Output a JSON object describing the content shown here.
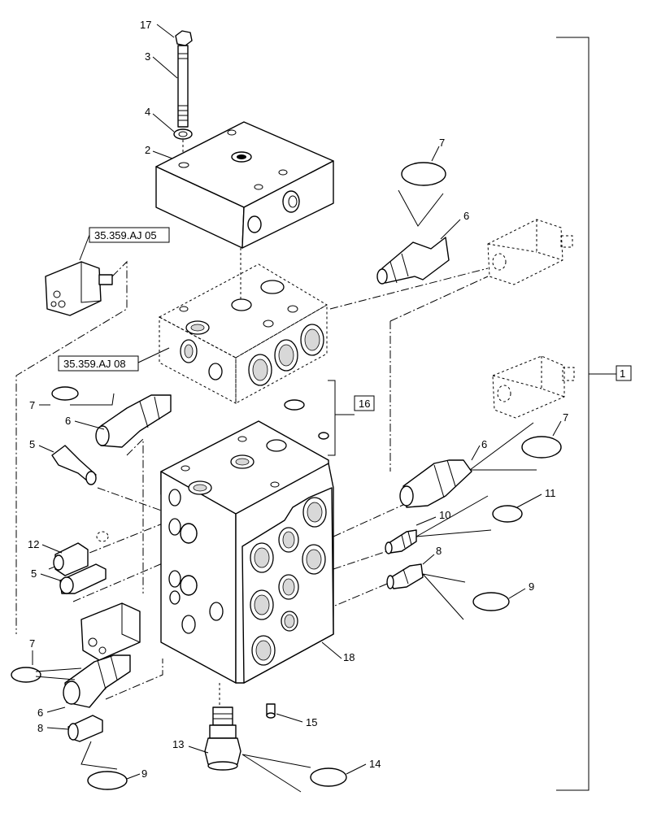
{
  "callouts": {
    "n1": "1",
    "n2": "2",
    "n3": "3",
    "n4": "4",
    "n5a": "5",
    "n5b": "5",
    "n6a": "6",
    "n6b": "6",
    "n6c": "6",
    "n6d": "6",
    "n7a": "7",
    "n7b": "7",
    "n7c": "7",
    "n7d": "7",
    "n8a": "8",
    "n8b": "8",
    "n9a": "9",
    "n9b": "9",
    "n10": "10",
    "n11": "11",
    "n12": "12",
    "n13": "13",
    "n14": "14",
    "n15": "15",
    "n16": "16",
    "n17": "17",
    "n18": "18"
  },
  "references": {
    "ref_a": "35.359.AJ 05",
    "ref_b": "35.359.AJ 08"
  }
}
